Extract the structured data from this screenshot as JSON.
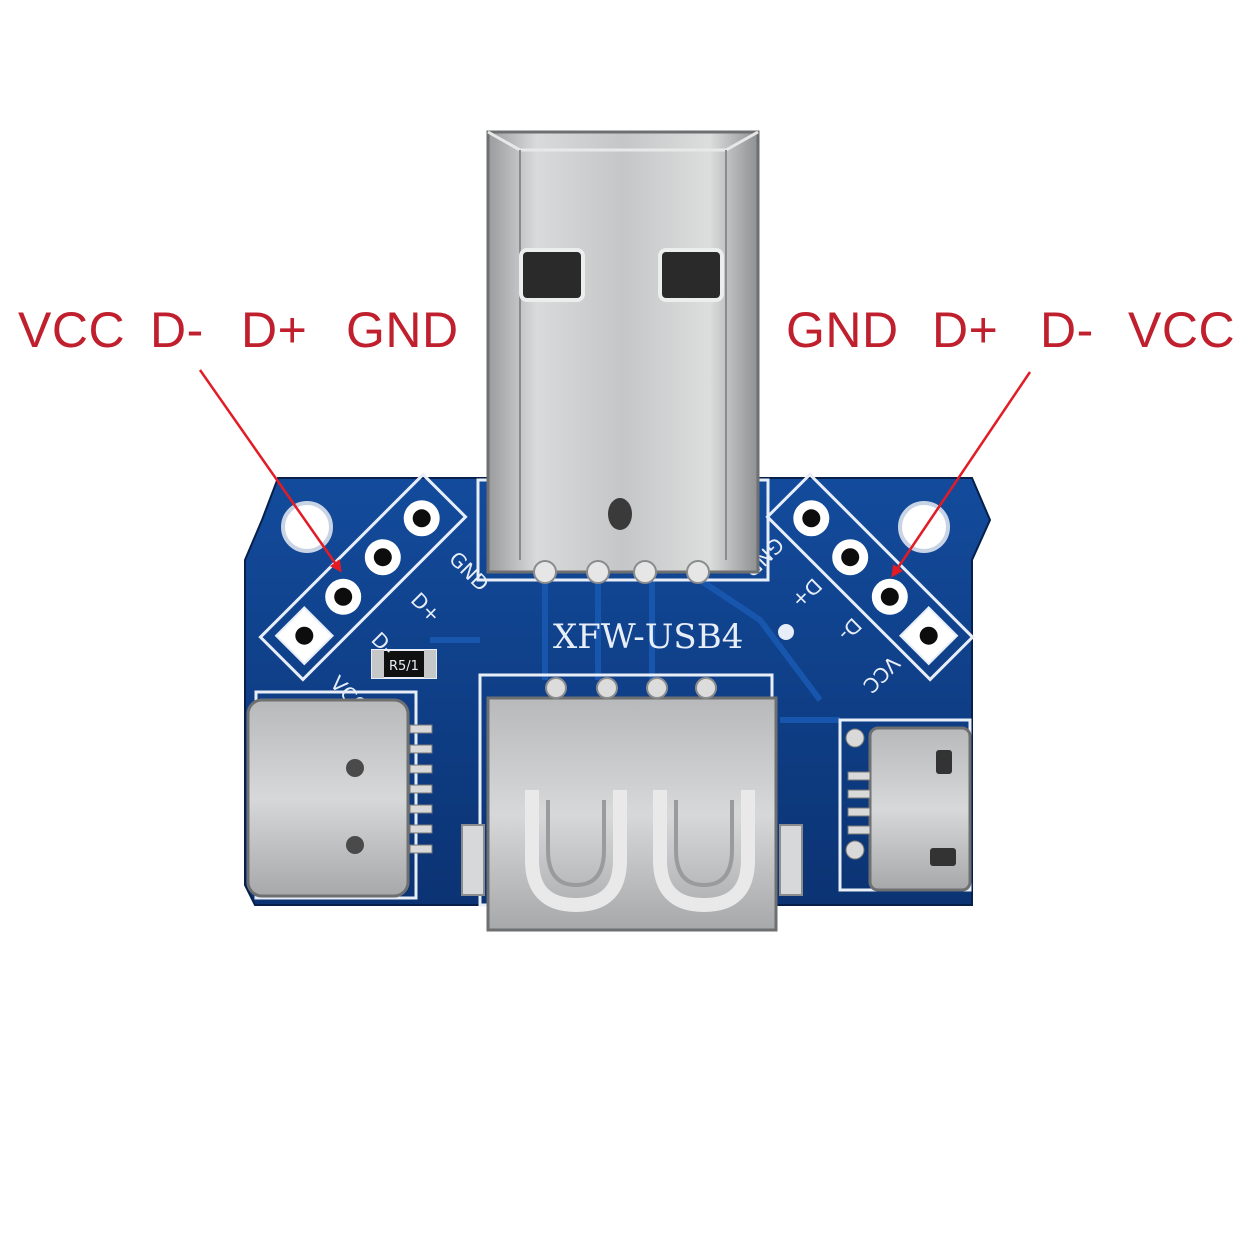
{
  "colors": {
    "label": "#c0202e",
    "arrow": "#e21b24",
    "board": "#0e3d86",
    "board_dark": "#082b62",
    "silkscreen": "#e8eef7",
    "metal": "#c6c7c8",
    "background": "#ffffff"
  },
  "labels": {
    "left": {
      "vcc": "VCC",
      "dminus": "D-",
      "dplus": "D+",
      "gnd": "GND"
    },
    "right": {
      "gnd": "GND",
      "dplus": "D+",
      "dminus": "D-",
      "vcc": "VCC"
    }
  },
  "board": {
    "model": "XFW-USB4",
    "left_header_silk": {
      "gnd": "GND",
      "dplus": "D+",
      "dminus": "D-",
      "vcc": "VCC"
    },
    "right_header_silk": {
      "gnd": "GND",
      "dplus": "D+",
      "dminus": "D-",
      "vcc": "VCC"
    },
    "resistor_marking": "R5/1"
  },
  "icons": {
    "usb_a_male": "usb-a-male-connector-icon",
    "usb_a_female": "usb-a-female-port-icon",
    "usb_c": "usb-c-port-icon",
    "micro_usb": "micro-usb-port-icon"
  }
}
